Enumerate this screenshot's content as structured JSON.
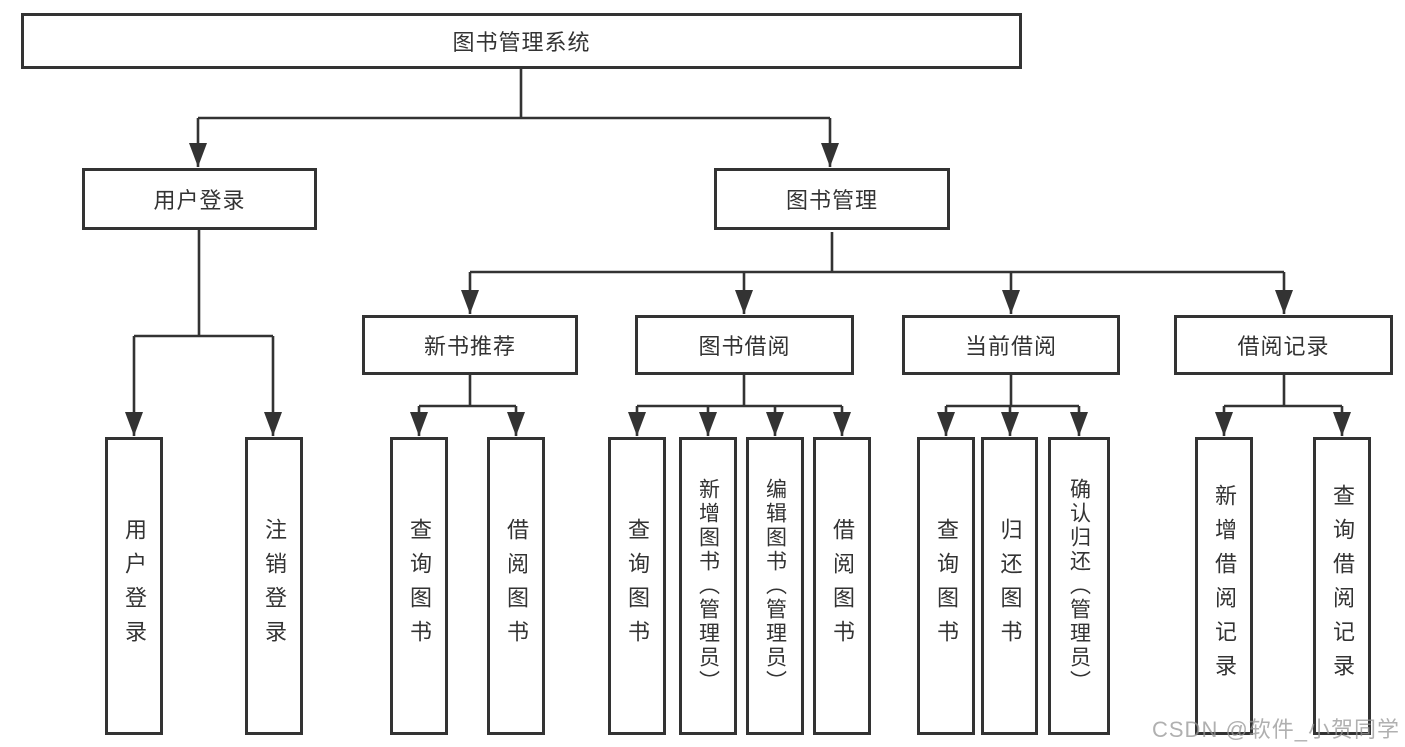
{
  "diagram": {
    "tree": {
      "label": "图书管理系统",
      "children": [
        {
          "label": "用户登录",
          "children": [
            {
              "label": "用户登录"
            },
            {
              "label": "注销登录"
            }
          ]
        },
        {
          "label": "图书管理",
          "children": [
            {
              "label": "新书推荐",
              "children": [
                {
                  "label": "查询图书"
                },
                {
                  "label": "借阅图书"
                }
              ]
            },
            {
              "label": "图书借阅",
              "children": [
                {
                  "label": "查询图书"
                },
                {
                  "label": "新增图书（管理员）"
                },
                {
                  "label": "编辑图书（管理员）"
                },
                {
                  "label": "借阅图书"
                }
              ]
            },
            {
              "label": "当前借阅",
              "children": [
                {
                  "label": "查询图书"
                },
                {
                  "label": "归还图书"
                },
                {
                  "label": "确认归还（管理员）"
                }
              ]
            },
            {
              "label": "借阅记录",
              "children": [
                {
                  "label": "新增借阅记录"
                },
                {
                  "label": "查询借阅记录"
                }
              ]
            }
          ]
        }
      ]
    },
    "line_color": "#333333"
  },
  "watermark": {
    "text": "CSDN @软件_小贺同学"
  }
}
